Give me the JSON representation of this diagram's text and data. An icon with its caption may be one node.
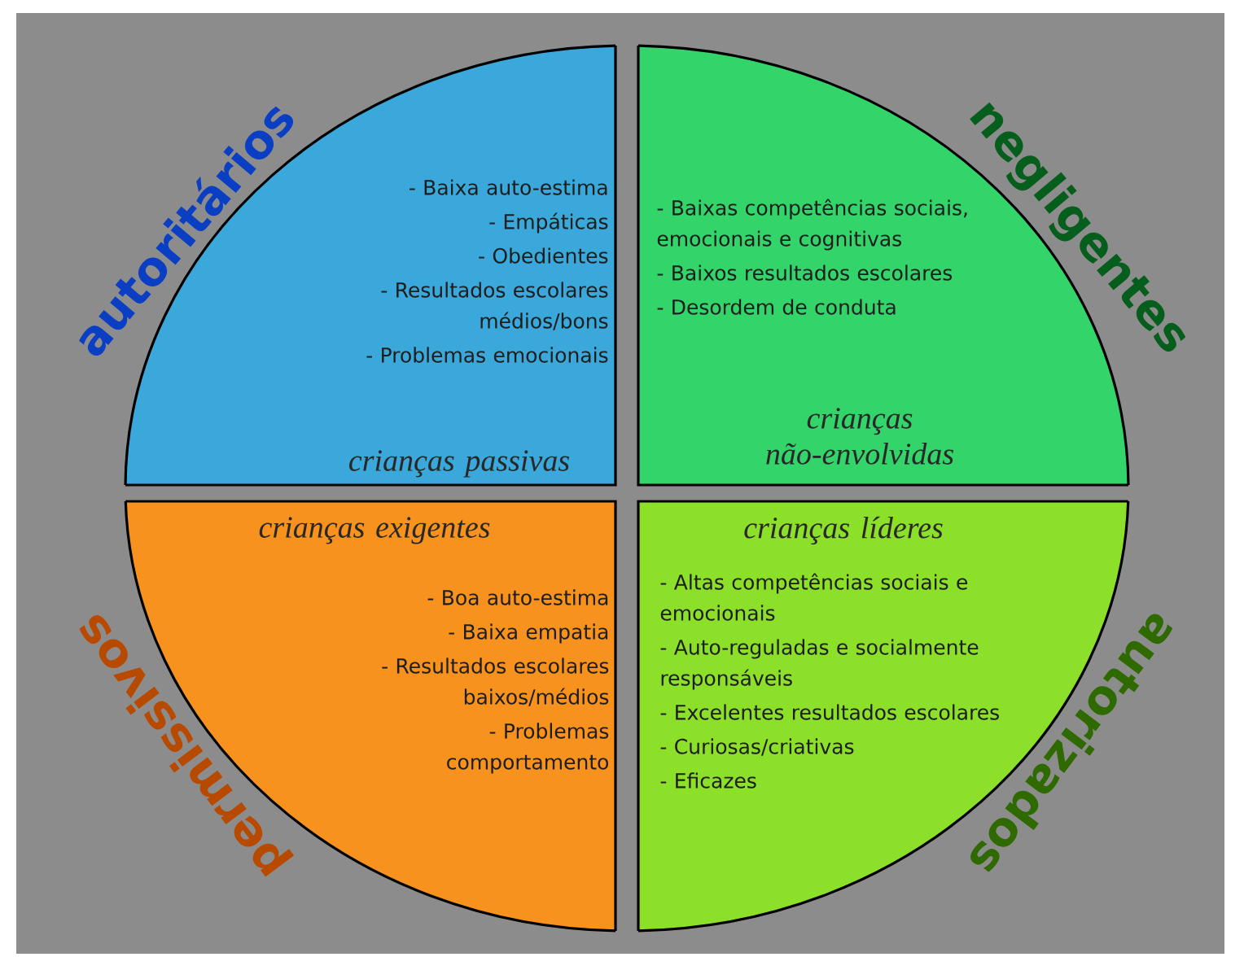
{
  "diagram": {
    "nodes": [
      {
        "text": [
          "- Baixa auto-estima",
          "- Empáticas",
          "- Obedientes",
          "- Resultados escolares médios/bons",
          "- Problemas emocionais",
          "crianças passivas"
        ],
        "beside": [
          "autoritários"
        ]
      },
      {
        "text": [
          "- Baixas competências sociais, emocionais e cognitivas",
          "- Baixos resultados escolares",
          "- Desordem de conduta",
          "crianças não-envolvidas"
        ],
        "beside": [
          "negligentes"
        ]
      },
      {
        "text": [
          "crianças exigentes",
          "- Boa auto-estima",
          "- Baixa empatia",
          "- Resultados escolares baixos/médios",
          "- Problemas comportamento"
        ],
        "beside": [
          "permissivos"
        ]
      },
      {
        "text": [
          "crianças líderes",
          "- Altas competências sociais e emocionais",
          "- Auto-reguladas e socialmente responsáveis",
          "- Excelentes resultados escolares",
          "- Curiosas/criativas",
          "- Eficazes"
        ],
        "beside": [
          "autorizados"
        ]
      }
    ]
  }
}
